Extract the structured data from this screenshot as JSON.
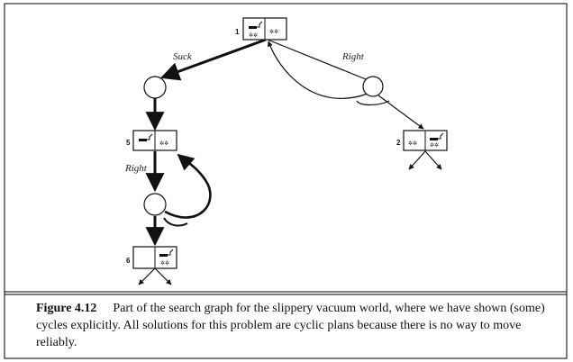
{
  "figure": {
    "caption_number": "Figure 4.12",
    "caption_text": "Part of the search graph for the slippery vacuum world, where we have shown (some) cycles explicitly. All solutions for this problem are cyclic plans because there is no way to move reliably."
  },
  "nodes": [
    {
      "id": "1",
      "label": "1"
    },
    {
      "id": "5",
      "label": "5"
    },
    {
      "id": "2",
      "label": "2"
    },
    {
      "id": "6",
      "label": "6"
    }
  ],
  "edges": [
    {
      "id": "suck",
      "label": "Suck"
    },
    {
      "id": "right-top",
      "label": "Right"
    },
    {
      "id": "right-left",
      "label": "Right"
    }
  ]
}
